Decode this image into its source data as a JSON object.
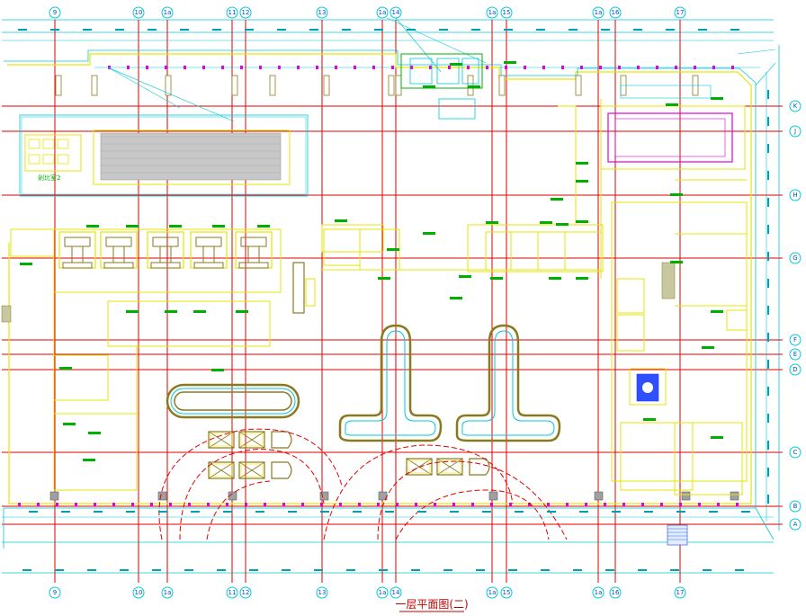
{
  "drawing": {
    "title": "一层平面图(二)",
    "axis_columns": [
      "9",
      "10",
      "1a",
      "11",
      "12",
      "13",
      "1a",
      "14",
      "1a",
      "15",
      "1a",
      "16",
      "17"
    ],
    "axis_rows": [
      "K",
      "J",
      "H",
      "G",
      "F",
      "E",
      "D",
      "C",
      "B",
      "A"
    ],
    "area_labels": {
      "wc_left": "剁比室2"
    }
  },
  "colors": {
    "grid": "#e00000",
    "wall": "#e6e600",
    "dimension": "#00c8d8",
    "equipment": "#8a7a1e",
    "door": "#1e3cff",
    "accent": "#e000e0"
  }
}
